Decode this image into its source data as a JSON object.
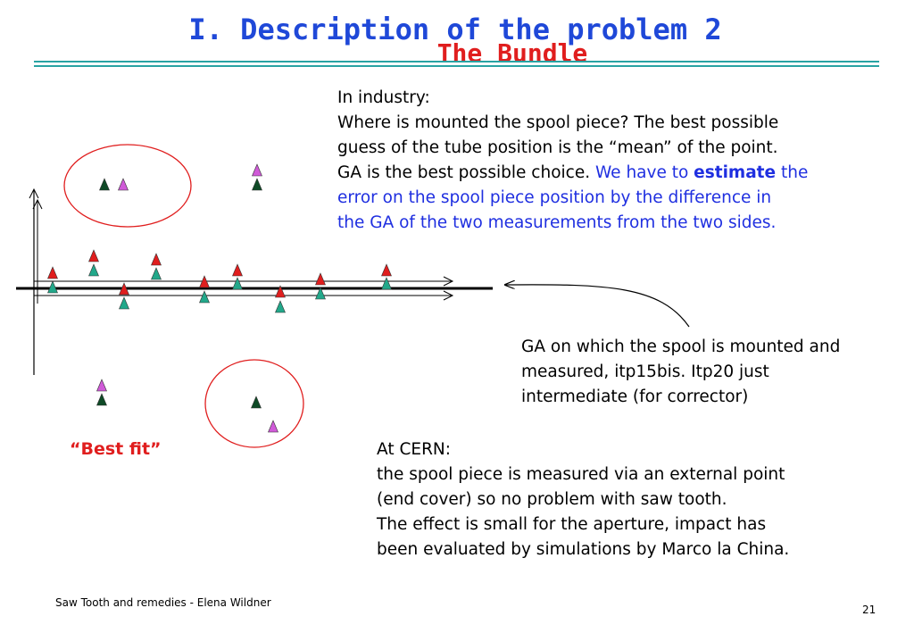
{
  "slide": {
    "title": "I. Description of the problem 2",
    "subtitle": "The Bundle",
    "industry": {
      "heading": "In industry:",
      "line1": "Where is mounted the spool piece? The best possible",
      "line2": "guess of the tube position is the “mean” of the point.",
      "line3_a": "GA is the best possible choice. ",
      "line3_b": "We have to ",
      "line3_bold": "estimate",
      "line3_c": " the",
      "line4": "error on the spool piece position by the difference in",
      "line5": "the GA of the two measurements from the two sides."
    },
    "ga_note": {
      "line1": "GA on which the spool is mounted and",
      "line2": "measured, itp15bis. Itp20 just",
      "line3": "intermediate (for corrector)"
    },
    "cern": {
      "heading": "At CERN:",
      "line1": "the spool piece is measured via an external point",
      "line2": "(end cover) so no problem with saw tooth.",
      "line3": "The effect is small for the aperture, impact has",
      "line4": "been evaluated by simulations by Marco la China."
    },
    "best_fit_label": "“Best fit”",
    "footer_left": "Saw Tooth and remedies  - Elena Wildner",
    "page_number": "21"
  },
  "colors": {
    "title_blue": "#1f48d8",
    "accent_red": "#e01e1e",
    "rule_teal": "#29a3a3",
    "marker_red": "#e01e1e",
    "marker_teal": "#22a88a",
    "marker_dark_green": "#0e4a26",
    "marker_violet": "#d05ad8"
  }
}
